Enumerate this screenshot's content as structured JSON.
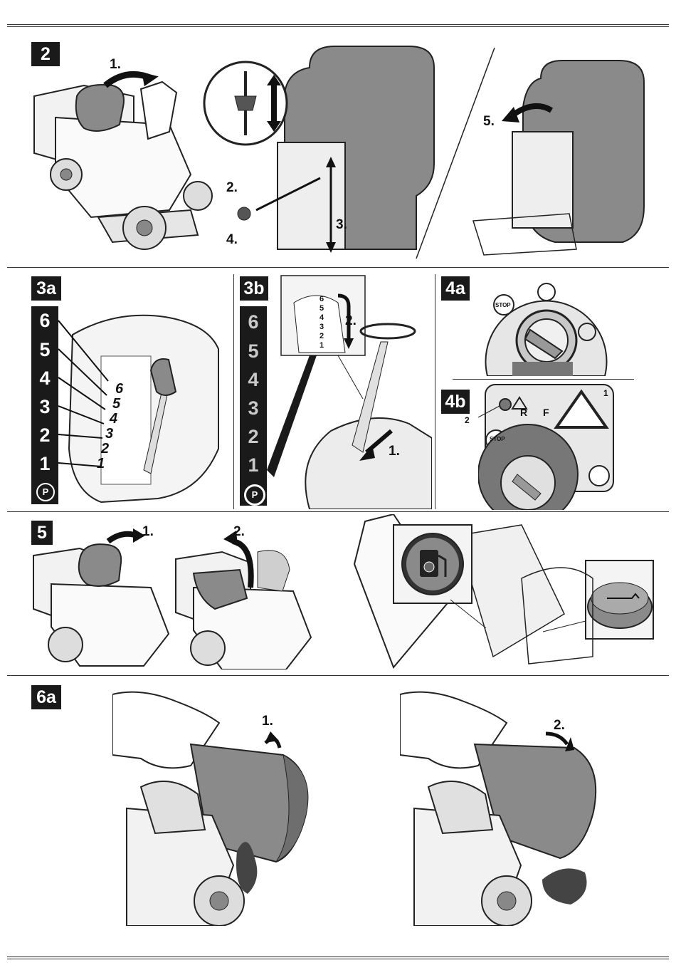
{
  "sections": {
    "s2": {
      "badge": "2",
      "step1": "1.",
      "step2": "2.",
      "step3": "3.",
      "step4": "4.",
      "step5": "5."
    },
    "s3a": {
      "badge": "3a",
      "gears": [
        "6",
        "5",
        "4",
        "3",
        "2",
        "1"
      ],
      "gate_numbers": [
        "6",
        "5",
        "4",
        "3",
        "2",
        "1"
      ],
      "park": "P"
    },
    "s3b": {
      "badge": "3b",
      "gears": [
        "6",
        "5",
        "4",
        "3",
        "2",
        "1"
      ],
      "park": "P",
      "step1": "1.",
      "step2": "2.",
      "inset_numbers": [
        "6",
        "5",
        "4",
        "3",
        "2",
        "1"
      ]
    },
    "s4a": {
      "badge": "4a",
      "stop": "STOP"
    },
    "s4b": {
      "badge": "4b",
      "callout1": "1",
      "callout2": "2",
      "stop": "STOP",
      "r": "R",
      "f": "F"
    },
    "s5": {
      "badge": "5",
      "step1": "1.",
      "step2": "2."
    },
    "s6a": {
      "badge": "6a",
      "step1": "1.",
      "step2": "2."
    }
  },
  "colors": {
    "badge": "#1a1a1a",
    "seat": "#8a8a8a",
    "bag": "#7a7a7a",
    "line": "#222222"
  }
}
